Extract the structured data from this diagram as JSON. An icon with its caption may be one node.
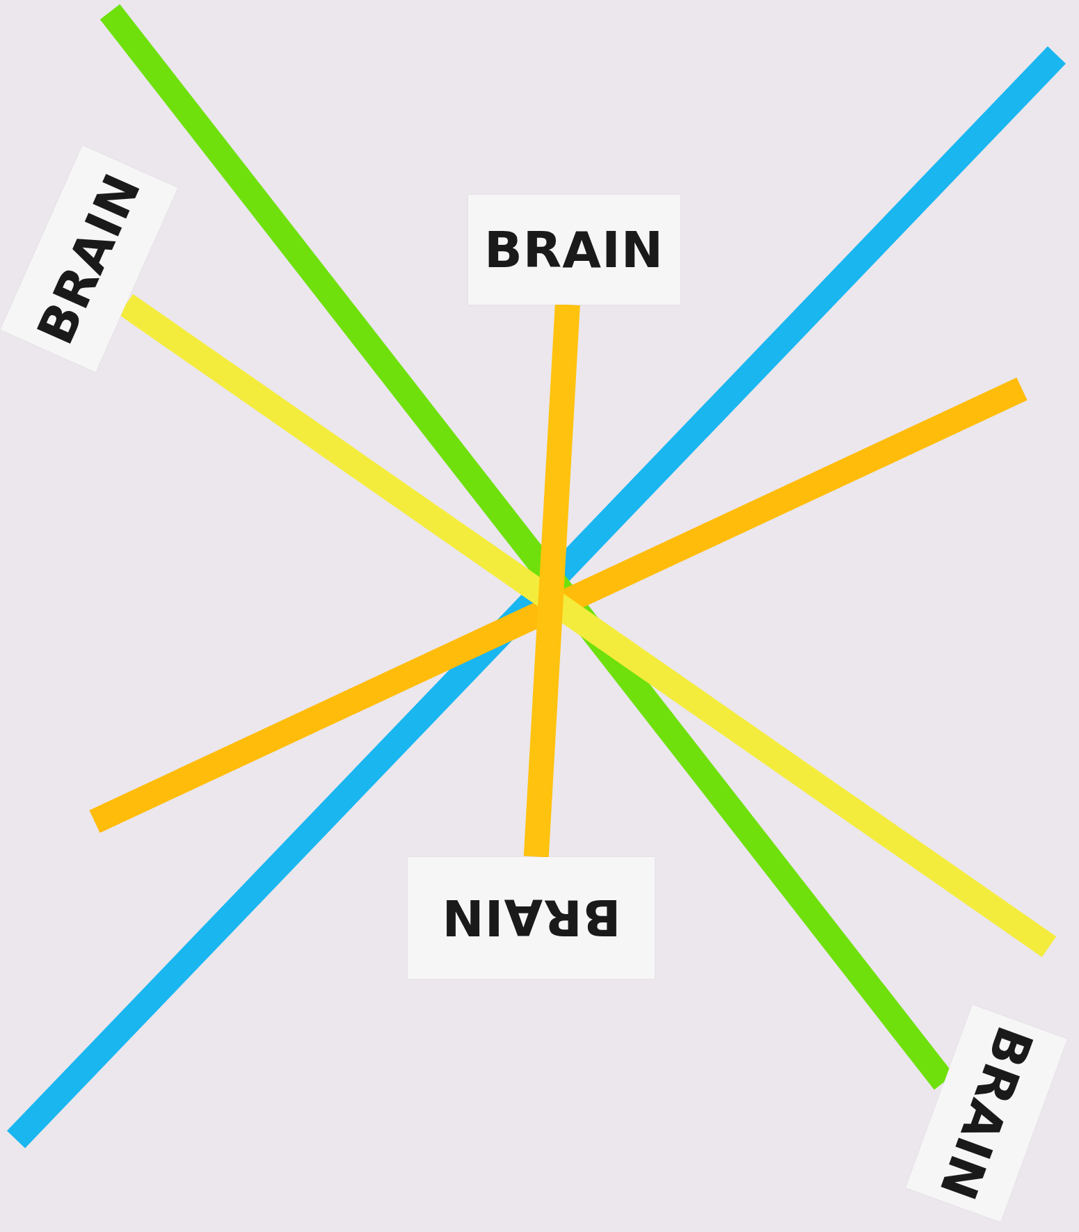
{
  "diagram": {
    "nodes": [
      {
        "text": [
          "BRAIN"
        ]
      },
      {
        "text": [
          "BRAIN"
        ]
      },
      {
        "text": [
          "BRAIN"
        ]
      },
      {
        "text": [
          "BRAIN"
        ]
      }
    ],
    "edges": [
      {
        "from": 0,
        "to": null,
        "arrow": "none",
        "color": "#f4ec3c"
      },
      {
        "from": 1,
        "to": 2,
        "arrow": "none",
        "color": "#ffc20e"
      },
      {
        "from": null,
        "to": 3,
        "arrow": "none",
        "color": "#6fe00c"
      }
    ]
  }
}
